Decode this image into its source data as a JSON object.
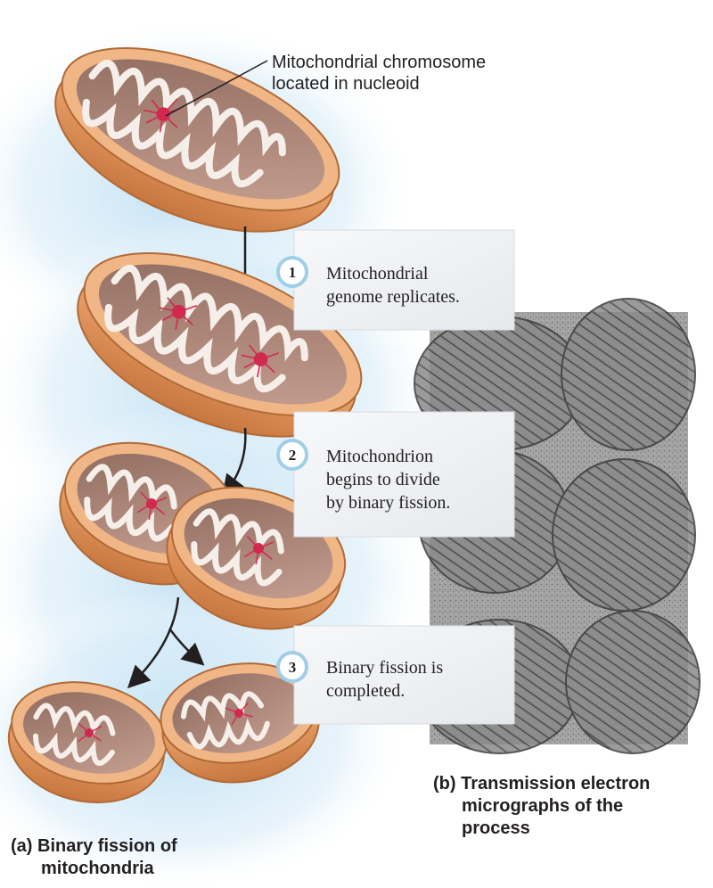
{
  "callout": {
    "line1": "Mitochondrial chromosome",
    "line2": "located in nucleoid"
  },
  "steps": [
    {
      "number": "1",
      "lines": [
        "Mitochondrial",
        "genome replicates."
      ]
    },
    {
      "number": "2",
      "lines": [
        "Mitochondrion",
        "begins to divide",
        "by binary fission."
      ]
    },
    {
      "number": "3",
      "lines": [
        "Binary fission is",
        "completed."
      ]
    }
  ],
  "captions": {
    "a": {
      "line1": "(a) Binary fission of",
      "line2": "mitochondria"
    },
    "b": {
      "line1": "(b) Transmission electron",
      "line2": "micrographs of the",
      "line3": "process"
    }
  },
  "colors": {
    "glow": "#bfe0f3",
    "outer_membrane": "#e8a46e",
    "outer_membrane_dark": "#c77a45",
    "matrix": "#b08a7a",
    "cristae": "#f4ede8",
    "dna": "#d2294f",
    "panel": "#f1f3f5",
    "badge_ring": "#9fcfe8",
    "micrograph": "#9a9a9a"
  }
}
